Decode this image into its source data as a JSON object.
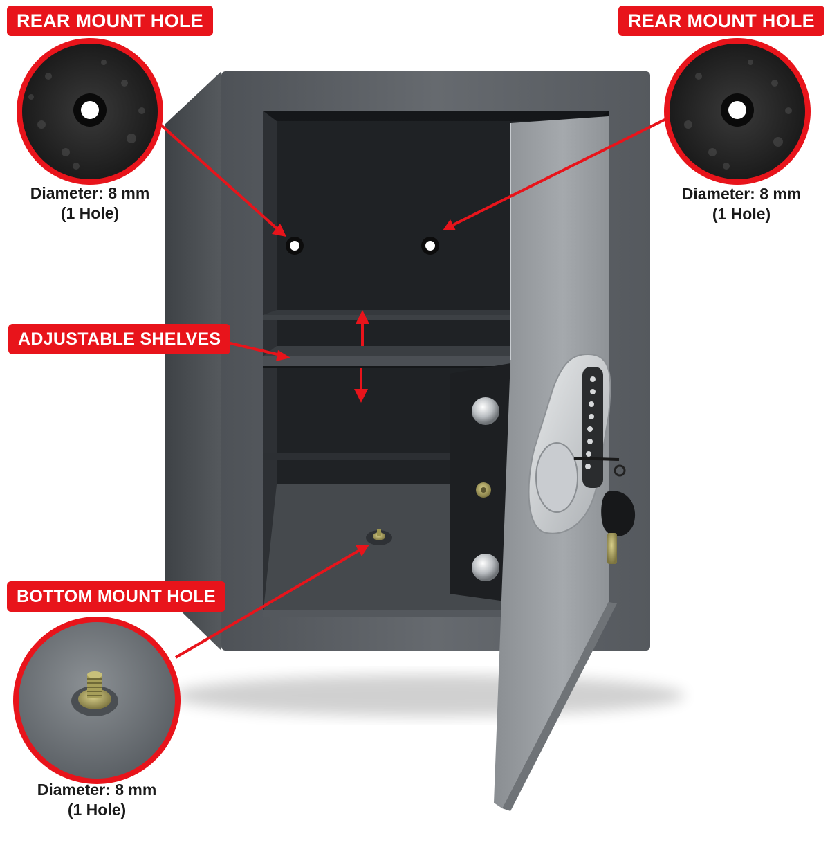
{
  "annotations": {
    "rear_mount_left": {
      "label": "REAR MOUNT HOLE",
      "diameter": "Diameter: 8 mm",
      "count": "(1 Hole)"
    },
    "rear_mount_right": {
      "label": "REAR MOUNT HOLE",
      "diameter": "Diameter: 8 mm",
      "count": "(1 Hole)"
    },
    "shelves": {
      "label": "ADJUSTABLE SHELVES"
    },
    "bottom_mount": {
      "label": "BOTTOM MOUNT HOLE",
      "diameter": "Diameter: 8 mm",
      "count": "(1 Hole)"
    }
  },
  "colors": {
    "accent": "#e8141b",
    "safe_body": "#5d6166",
    "safe_interior": "#1e2124",
    "door": "#9b9fa3"
  },
  "icons": [
    "safe-illustration",
    "keypad-icon",
    "key-icon",
    "hinge-icon",
    "mount-hole-icon",
    "threaded-bolt-icon"
  ]
}
